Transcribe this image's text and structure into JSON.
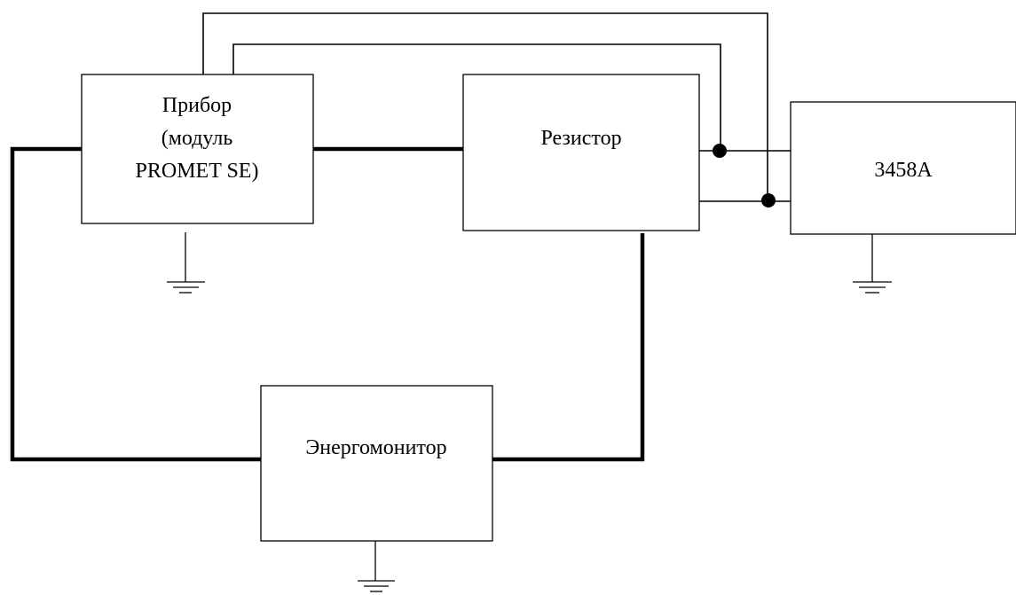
{
  "blocks": {
    "pribor": {
      "lines": [
        "Прибор",
        "(модуль",
        "PROMET SE)"
      ]
    },
    "rezistor": {
      "label": "Резистор"
    },
    "meter": {
      "label": "3458A"
    },
    "energomonitor": {
      "label": "Энергомонитор"
    }
  }
}
